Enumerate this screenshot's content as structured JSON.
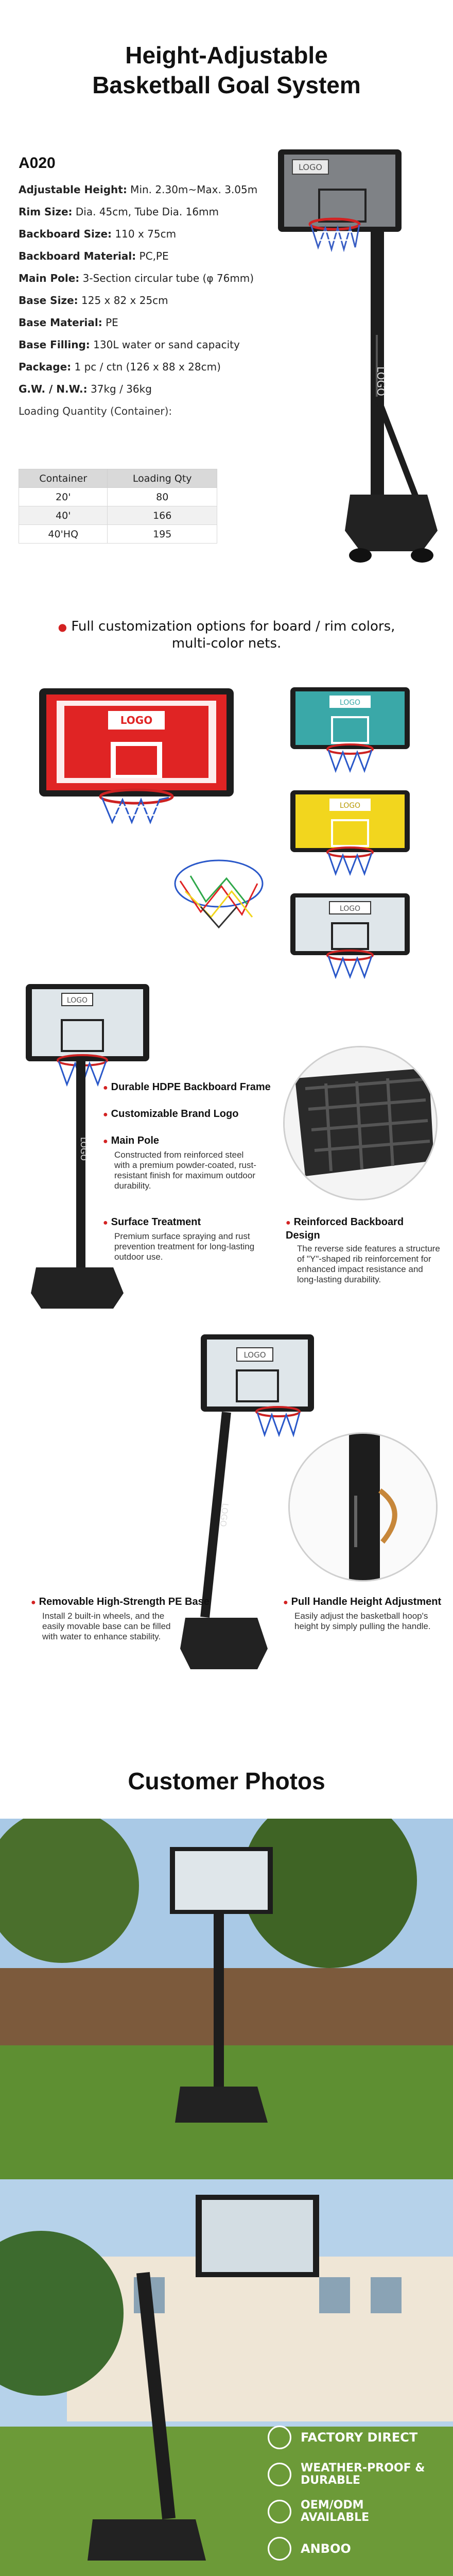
{
  "header": {
    "title_line1": "Height-Adjustable",
    "title_line2": "Basketball Goal System"
  },
  "model": "A020",
  "specs": [
    {
      "key": "Adjustable Height:",
      "value": " Min. 2.30m~Max. 3.05m"
    },
    {
      "key": "Rim Size:",
      "value": " Dia. 45cm, Tube Dia. 16mm"
    },
    {
      "key": "Backboard Size:",
      "value": " 110 x 75cm"
    },
    {
      "key": "Backboard Material:",
      "value": " PC,PE"
    },
    {
      "key": "Main Pole:",
      "value": " 3-Section circular tube (φ 76mm)"
    },
    {
      "key": "Base Size:",
      "value": " 125 x 82 x 25cm"
    },
    {
      "key": "Base Material:",
      "value": " PE"
    },
    {
      "key": "Base Filling:",
      "value": " 130L water or sand capacity"
    },
    {
      "key": "Package:",
      "value": " 1 pc / ctn (126 x 88 x 28cm)"
    },
    {
      "key": "G.W. / N.W.:",
      "value": " 37kg / 36kg"
    }
  ],
  "loading_label": "Loading Quantity (Container):",
  "loading_table": {
    "headers": [
      "Container",
      "Loading Qty"
    ],
    "rows": [
      [
        "20'",
        "80"
      ],
      [
        "40'",
        "166"
      ],
      [
        "40'HQ",
        "195"
      ]
    ]
  },
  "logo_text": "LOGO",
  "customization": {
    "line1": "Full customization options for board / rim colors,",
    "line2": "multi-color nets."
  },
  "features": [
    {
      "title": "Durable HDPE Backboard Frame",
      "desc": ""
    },
    {
      "title": "Customizable Brand Logo",
      "desc": ""
    },
    {
      "title": "Main Pole",
      "desc": "Constructed from reinforced steel with a premium powder-coated, rust-resistant finish for maximum outdoor durability."
    },
    {
      "title": "Surface Treatment",
      "desc": "Premium surface spraying and rust prevention treatment for long-lasting outdoor use."
    },
    {
      "title": "Reinforced Backboard Design",
      "desc": "The reverse side features a structure of \"Y\"-shaped rib reinforcement for enhanced impact resistance and long-lasting durability."
    },
    {
      "title": "Removable High-Strength PE Base",
      "desc": "Install 2 built-in wheels, and the easily movable base can be filled with water to enhance stability."
    },
    {
      "title": "Pull Handle Height Adjustment",
      "desc": "Easily adjust the basketball hoop's height by simply pulling the handle."
    }
  ],
  "customer_photos_title": "Customer Photos",
  "badges": [
    "FACTORY DIRECT",
    "WEATHER-PROOF & DURABLE",
    "OEM/ODM AVAILABLE",
    "ANBOO"
  ],
  "colors": {
    "accent_red": "#d32222",
    "board_red": "#e02424",
    "board_teal": "#3aa8a8",
    "board_yellow": "#f2d61e",
    "board_black": "#1d1d1d"
  }
}
